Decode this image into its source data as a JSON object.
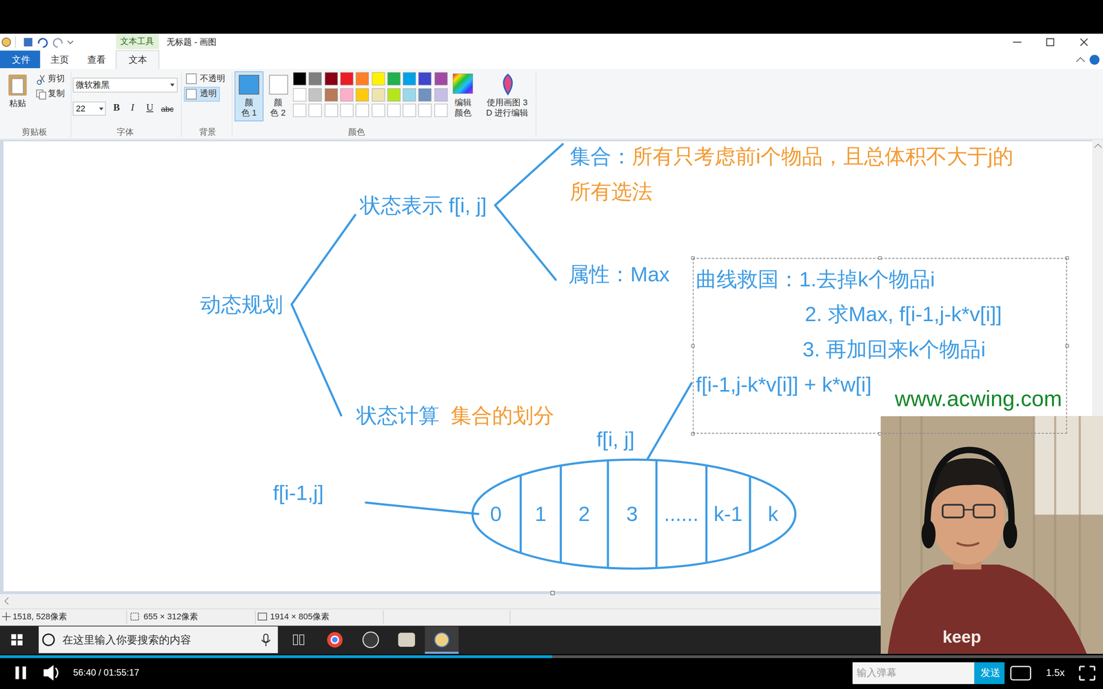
{
  "diagram": {
    "nodes": [
      {
        "text": [
          "集合：",
          "所有只考虑前i个物品，且总体积不大于j的 所有选法"
        ]
      },
      {
        "text": [
          "状态表示 f[i, j]"
        ]
      },
      {
        "text": [
          "属性：Max"
        ]
      },
      {
        "text": [
          "曲线救国：1.去掉k个物品i",
          "2. 求Max, f[i-1,j-k*v[i]]",
          "3. 再加回来k个物品i",
          "f[i-1,j-k*v[i]] + k*w[i]"
        ]
      },
      {
        "text": [
          "动态规划"
        ]
      },
      {
        "text": [
          "状态计算",
          "集合的划分"
        ]
      },
      {
        "text": [
          "f[i, j]"
        ]
      },
      {
        "text": [
          "0"
        ],
        "in": 6
      },
      {
        "text": [
          "1"
        ],
        "in": 6
      },
      {
        "text": [
          "2"
        ],
        "in": 6
      },
      {
        "text": [
          "3"
        ],
        "in": 6
      },
      {
        "text": [
          "......"
        ],
        "in": 6
      },
      {
        "text": [
          "k-1"
        ],
        "in": 6
      },
      {
        "text": [
          "k"
        ],
        "in": 6
      },
      {
        "text": [
          "f[i-1,j]"
        ]
      }
    ],
    "edges": [
      {
        "from": 4,
        "to": 1,
        "arrow": "none"
      },
      {
        "from": 4,
        "to": 5,
        "arrow": "none"
      },
      {
        "from": 1,
        "to": 0,
        "arrow": "none"
      },
      {
        "from": 1,
        "to": 2,
        "arrow": "none"
      },
      {
        "from": 14,
        "to": 7,
        "arrow": "none"
      },
      {
        "from": 10,
        "to": 3,
        "arrow": "none"
      }
    ],
    "labels": [
      "无标题 - 画图",
      "文本工具",
      "文件",
      "主页",
      "查看",
      "文本",
      "粘贴",
      "剪切",
      "复制",
      "剪贴板",
      "微软雅黑",
      "22",
      "B",
      "I",
      "U",
      "abc",
      "字体",
      "不透明",
      "透明",
      "背景",
      "颜 色 1",
      "颜 色 2",
      "颜色",
      "编辑 颜色",
      "使用画图 3 D 进行编辑",
      "www.acwing.com",
      "1518, 528像素",
      "655 × 312像素",
      "1914 × 805像素",
      "在这里输入你要搜索的内容",
      "56:40 / 01:55:17",
      "输入弹幕",
      "发送",
      "1.5x",
      "keep"
    ]
  }
}
